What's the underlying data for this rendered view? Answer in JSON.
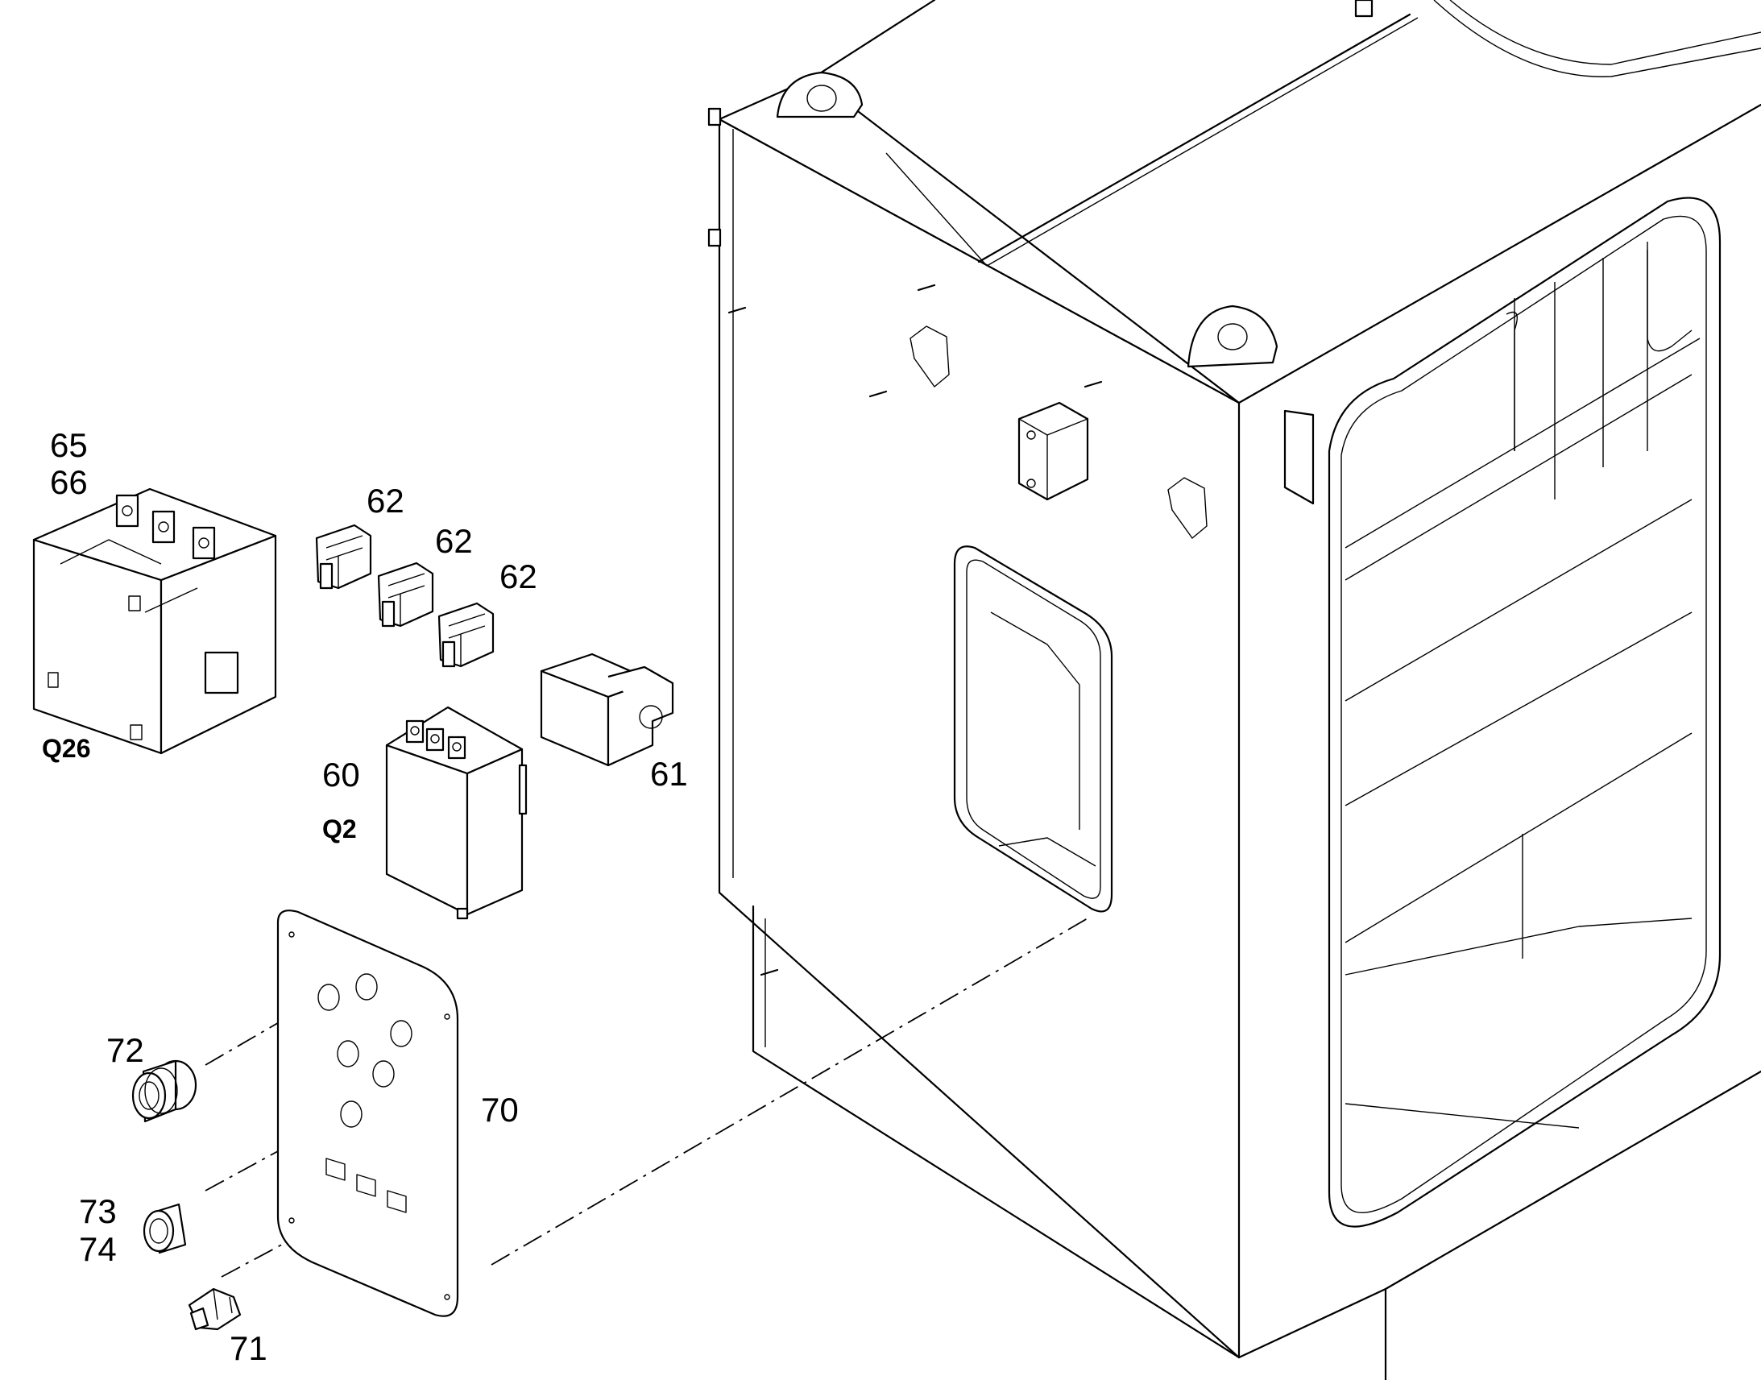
{
  "callouts": {
    "c65": "65",
    "c66": "66",
    "c62a": "62",
    "c62b": "62",
    "c62c": "62",
    "c60": "60",
    "c61": "61",
    "c70": "70",
    "c71": "71",
    "c72": "72",
    "c73": "73",
    "c74": "74"
  },
  "designators": {
    "q26": "Q26",
    "q2": "Q2"
  }
}
